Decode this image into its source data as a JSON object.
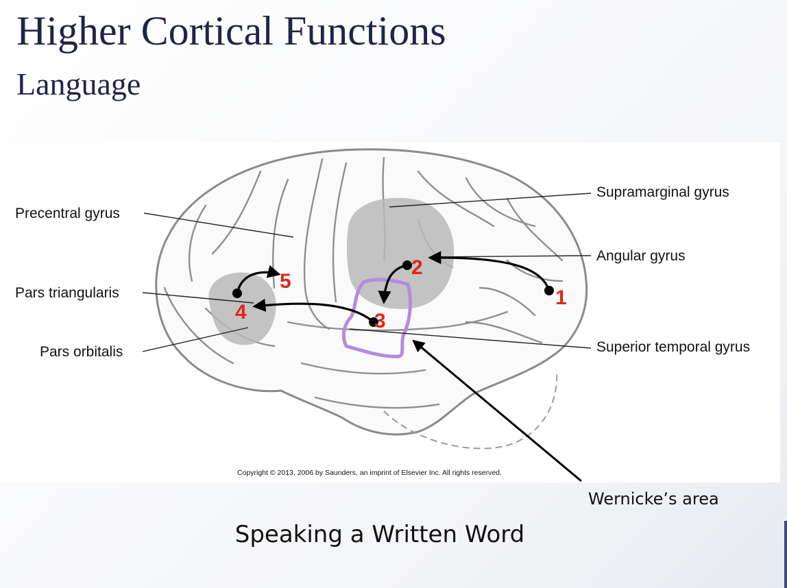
{
  "slide": {
    "title": "Higher Cortical Functions",
    "subtitle": "Language",
    "caption": "Speaking a Written Word"
  },
  "diagram": {
    "labels": {
      "precentral_gyrus": "Precentral gyrus",
      "pars_triangularis": "Pars triangularis",
      "pars_orbitalis": "Pars orbitalis",
      "supramarginal_gyrus": "Supramarginal gyrus",
      "angular_gyrus": "Angular gyrus",
      "superior_temporal_gyrus": "Superior temporal gyrus",
      "wernickes_area": "Wernicke’s area"
    },
    "steps": [
      "1",
      "2",
      "3",
      "4",
      "5"
    ],
    "copyright": "Copyright © 2013, 2006 by Saunders, an imprint of Elsevier Inc. All rights reserved.",
    "colors": {
      "step_numbers": "#e1251b",
      "wernicke_outline": "#b48be0",
      "shaded_regions": "#b9b9b9",
      "title": "#1f2547"
    }
  }
}
